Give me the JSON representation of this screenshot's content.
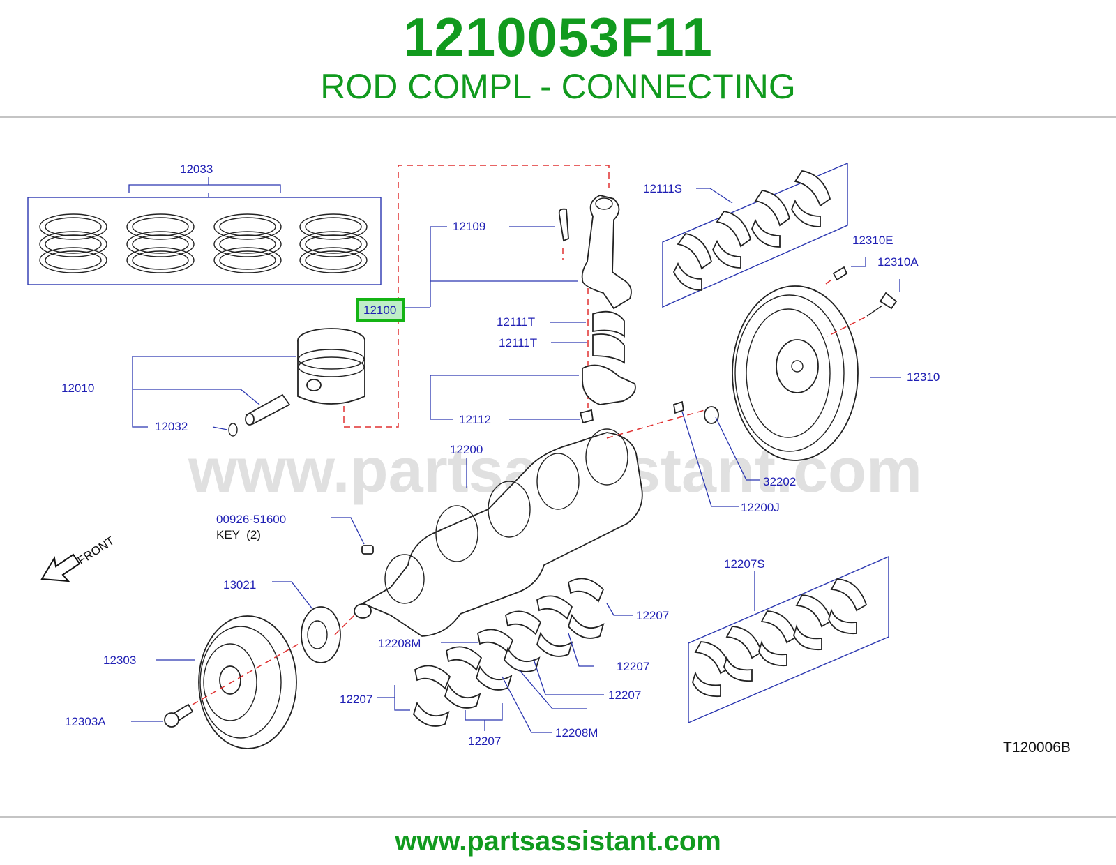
{
  "header": {
    "part_number": "1210053F11",
    "part_name": "ROD COMPL - CONNECTING"
  },
  "footer": {
    "website": "www.partsassistant.com"
  },
  "diagram": {
    "watermark": "www.partsassistant.com",
    "reference_code": "T120006B",
    "front_label": "FRONT",
    "highlighted_part": "12100",
    "labels": {
      "l12033": "12033",
      "l12010": "12010",
      "l12032": "12032",
      "l12100": "12100",
      "l12109": "12109",
      "l12111T_a": "12111T",
      "l12111T_b": "12111T",
      "l12112": "12112",
      "l12111S": "12111S",
      "l12310E": "12310E",
      "l12310A": "12310A",
      "l12310": "12310",
      "l12200": "12200",
      "l32202": "32202",
      "l12200J": "12200J",
      "l00926": "00926-51600",
      "lkey": "KEY  (2)",
      "l13021": "13021",
      "l12303": "12303",
      "l12303A": "12303A",
      "l12207S": "12207S",
      "l12207_1": "12207",
      "l12207_2": "12207",
      "l12207_3": "12207",
      "l12207_4": "12207",
      "l12207_5": "12207",
      "l12208M_1": "12208M",
      "l12208M_2": "12208M"
    }
  },
  "colors": {
    "brand_green": "#119a1e",
    "label_blue": "#1f1fb4",
    "leader_blue": "#2a36b0",
    "highlight_green": "#14b414",
    "highlight_fill": "#bfeec8",
    "dashed_red": "#e03030"
  }
}
